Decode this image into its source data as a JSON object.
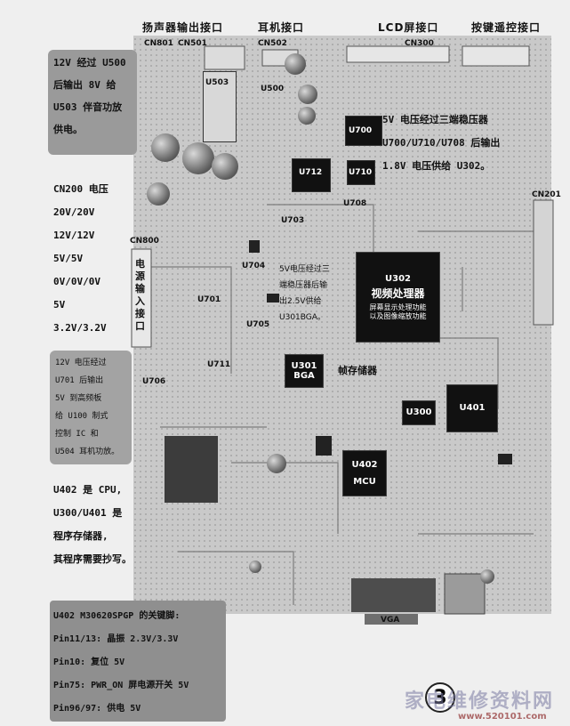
{
  "top_labels": {
    "speaker": "扬声器输出接口",
    "earphone": "耳机接口",
    "lcd": "LCD屏接口",
    "keys": "按键遥控接口"
  },
  "connectors": {
    "cn801": "CN801",
    "cn501": "CN501",
    "cn502": "CN502",
    "cn300": "CN300",
    "cn201": "CN201",
    "cn800": "CN800"
  },
  "components": {
    "u503": "U503",
    "u500": "U500",
    "u700": "U700",
    "u712": "U712",
    "u710": "U710",
    "u708": "U708",
    "u703": "U703",
    "u704": "U704",
    "u701": "U701",
    "u705": "U705",
    "u711": "U711",
    "u706": "U706"
  },
  "chips": {
    "u302_ref": "U302",
    "u302_name": "视频处理器",
    "u302_desc": "屏幕显示处理功能\n以及图像缩放功能",
    "u301_ref": "U301",
    "u301_pkg": "BGA",
    "u301_name": "帧存储器",
    "u300": "U300",
    "u401": "U401",
    "u402_ref": "U402",
    "u402_pkg": "MCU"
  },
  "board_labels": {
    "power_input": "电源输入接口",
    "vga": "VGA",
    "u302_note": "5V电压经过三端稳压器后输出2.5V供给U301BGA。"
  },
  "notes": {
    "u500_note": "12V 经过 U500\n后输出 8V 给\nU503 伴音功放\n供电。",
    "u700_note": "5V 电压经过三端稳压器\nU700/U710/U708 后输出\n1.8V 电压供给 U302。",
    "cn200_note": "CN200 电压\n20V/20V\n12V/12V\n5V/5V\n0V/0V/0V\n5V\n3.2V/3.2V",
    "u701_note": "12V 电压经过\nU701 后输出\n5V 到高频板\n给 U100 制式\n控制 IC 和\nU504 耳机功放。",
    "cpu_note": "U402 是 CPU,\nU300/U401 是\n程序存储器,\n其程序需要抄写。",
    "pin_note": "U402 M30620SPGP 的关键脚:\nPin11/13: 晶振 2.3V/3.3V\nPin10: 复位 5V\nPin75: PWR_ON 屏电源开关 5V\nPin96/97: 供电 5V"
  },
  "watermark": {
    "number": "3",
    "site": "家电维修资料网",
    "url": "www.520101.com"
  }
}
